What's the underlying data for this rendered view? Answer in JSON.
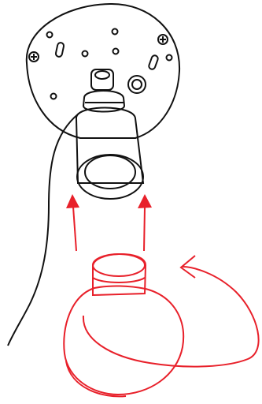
{
  "figure": {
    "kind": "installation-illustration",
    "content": {
      "parts": [
        "mounting-plate",
        "lamp-socket",
        "power-cable",
        "light-bulb"
      ],
      "instruction_marks": [
        "up-arrow-left",
        "up-arrow-right",
        "rotate-clockwise-arrow"
      ]
    },
    "colors": {
      "line_art": "#111111",
      "instruction": "#e8202a",
      "background": "#ffffff"
    }
  }
}
